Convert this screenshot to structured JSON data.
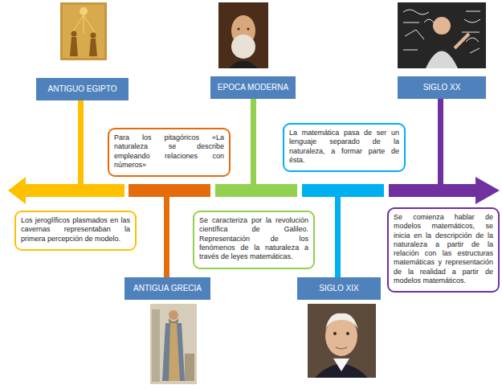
{
  "diagram": {
    "nodes": [
      {
        "text": [
          "ANTIGUO EGIPTO"
        ]
      },
      {
        "text": [
          "Los jeroglíficos plasmados en las cavernas representaban la primera percepción de modelo."
        ]
      },
      {
        "text": [
          "ANTIGUA GRECIA"
        ]
      },
      {
        "text": [
          "Para los pitagóricos «La naturaleza se describe empleando relaciones con números»"
        ]
      },
      {
        "text": [
          "EPOCA MODERNA"
        ]
      },
      {
        "text": [
          "Se caracteriza por la revolución científica de Galileo. Representación de los fenómenos de la naturaleza a través de leyes matemáticas."
        ]
      },
      {
        "text": [
          "SIGLO XIX"
        ]
      },
      {
        "text": [
          "La matemática pasa de ser un lenguaje separado de la naturaleza, a formar parte de ésta."
        ]
      },
      {
        "text": [
          "SIGLO XX"
        ]
      },
      {
        "text": [
          "Se comienza hablar de modelos matemáticos, se inicia en la descripción de la naturaleza a partir de la relación con las estructuras matemáticas y representación de la realidad a partir de modelos matemáticos."
        ]
      }
    ]
  }
}
